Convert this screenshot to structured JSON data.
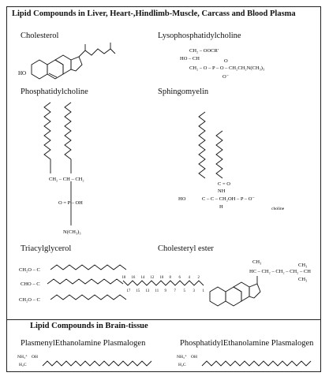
{
  "section1": {
    "title": "Lipid Compounds in Liver, Heart-,Hindlimb-Muscle, Carcass and Blood Plasma",
    "compounds": {
      "cholesterol": "Cholesterol",
      "lysophosphatidylcholine": "Lysophosphatidylcholine",
      "phosphatidylcholine": "Phosphatidylcholine",
      "sphingomyelin": "Sphingomyelin",
      "triacylglycerol": "Triacylglycerol",
      "cholesteryl_ester": "Cholesteryl ester"
    }
  },
  "section2": {
    "title": "Lipid Compounds in Brain-tissue",
    "compounds": {
      "plasmenyl": "PlasmenylEthanolamine Plasmalogen",
      "phosphatidyl": "PhosphatidylEthanolamine Plasmalogen"
    }
  },
  "structure_text": {
    "ho": "HO",
    "lpc_ch2_ooc": "CH₂ – OOCR'",
    "lpc_ho_ch": "HO – CH",
    "lpc_ch2_o": "CH₂ – O – P – O – CH₂CH₂N(CH₃)₃",
    "lpc_o_top": "O",
    "lpc_o_minus": "O⁻",
    "pc_backbone": "CH₂ – CH – CH₂",
    "pc_p_oh": "O = P – OH",
    "pc_n": "N(CH₃)₃",
    "sm_nh": "NH",
    "sm_c_o": "C = O",
    "sm_ho": "HO",
    "sm_chain": "C – C – CH₂OH – P – O⁻",
    "sm_h": "H",
    "sm_choline": "choline",
    "tag_ch2_top": "CH₂O – C",
    "tag_cho": "CHO – C",
    "tag_ch2_bot": "CH₂O – C",
    "ce_side": "HC – CH₂ – CH₂ – CH₂ – CH",
    "ce_ch3a": "CH₃",
    "ce_ch3b": "CH₃",
    "ce_ch3c": "CH₃",
    "ce_carbon_numbers": [
      "18",
      "17",
      "16",
      "15",
      "14",
      "13",
      "12",
      "11",
      "10",
      "9",
      "8",
      "7",
      "6",
      "5",
      "4",
      "3",
      "2",
      "1"
    ],
    "pe_nh3": "NH₃⁺",
    "pe_oh": "OH",
    "pe_h2c": "H₂C"
  }
}
